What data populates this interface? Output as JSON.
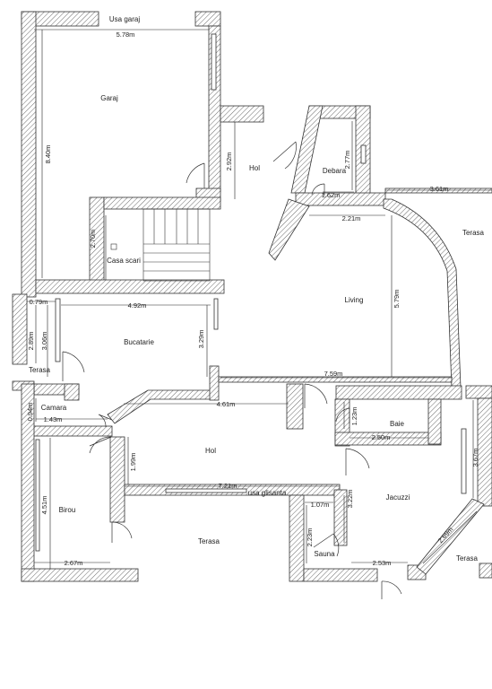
{
  "rooms": {
    "usa_garaj": "Usa garaj",
    "garaj": "Garaj",
    "hol_top": "Hol",
    "debara": "Debara",
    "terasa_right_top": "Terasa",
    "casa_scari": "Casa scari",
    "living": "Living",
    "bucatarie": "Bucatarie",
    "terasa_left": "Terasa",
    "camara": "Camara",
    "baie": "Baie",
    "hol_mid": "Hol",
    "usa_glisanta": "usa glisanta",
    "birou": "Birou",
    "jacuzzi": "Jacuzzi",
    "terasa_bottom": "Terasa",
    "sauna": "Sauna",
    "terasa_right_bottom": "Terasa"
  },
  "dims": {
    "garaj_w": "5.78m",
    "garaj_h": "8.40m",
    "hol_h": "2.92m",
    "debara_h": "2.77m",
    "debara_w": "1.62m",
    "living_top": "2.21m",
    "terasa_w": "3.61m",
    "scari_h": "2.70m",
    "living_h": "5.79m",
    "w079": "0.79m",
    "bucatarie_w": "4.92m",
    "h289": "2.89m",
    "h306": "3.06m",
    "h329": "3.29m",
    "living_w": "7.59m",
    "camara_h": "0.94m",
    "camara_w": "1.43m",
    "hol_w": "4.61m",
    "baie_h": "1.23m",
    "baie_w": "2.50m",
    "jacuzzi_h": "3.67m",
    "hol_h2": "1.99m",
    "terasa_len": "7.21m",
    "h322": "3.22m",
    "sauna_w": "1.07m",
    "birou_h": "4.51m",
    "sauna_h": "2.23m",
    "diag": "2.69m",
    "birou_w": "2.67m",
    "sauna_w2": "2.53m"
  }
}
